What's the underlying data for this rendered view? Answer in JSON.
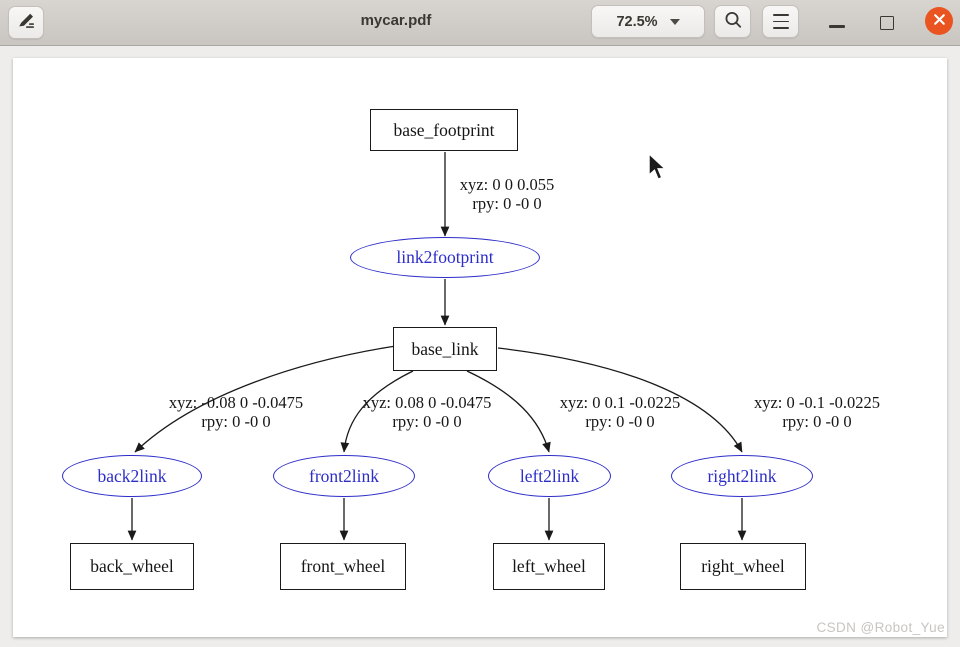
{
  "window": {
    "title": "mycar.pdf",
    "zoom_level": "72.5%",
    "icons": {
      "annotate": "pencil-icon",
      "search": "magnifier-icon",
      "menu": "hamburger-icon",
      "zoom_caret": "chevron-down-icon",
      "minimize": "minimize-dash-icon",
      "maximize": "maximize-square-icon",
      "close": "close-x-icon"
    }
  },
  "doc": {
    "watermark": "CSDN @Robot_Yue"
  },
  "graph": {
    "link_nodes": [
      {
        "label": "base_footprint"
      },
      {
        "label": "base_link"
      },
      {
        "label": "back_wheel"
      },
      {
        "label": "front_wheel"
      },
      {
        "label": "left_wheel"
      },
      {
        "label": "right_wheel"
      }
    ],
    "joint_nodes": [
      {
        "label": "link2footprint"
      },
      {
        "label": "back2link"
      },
      {
        "label": "front2link"
      },
      {
        "label": "left2link"
      },
      {
        "label": "right2link"
      }
    ],
    "edge_labels": [
      {
        "xyz": "xyz: 0 0 0.055",
        "rpy": "rpy: 0 -0 0"
      },
      {
        "xyz": "xyz: -0.08 0 -0.0475",
        "rpy": "rpy: 0 -0 0"
      },
      {
        "xyz": "xyz: 0.08 0 -0.0475",
        "rpy": "rpy: 0 -0 0"
      },
      {
        "xyz": "xyz: 0 0.1 -0.0225",
        "rpy": "rpy: 0 -0 0"
      },
      {
        "xyz": "xyz: 0 -0.1 -0.0225",
        "rpy": "rpy: 0 -0 0"
      }
    ]
  },
  "colors": {
    "joint_blue": "#2d2dc9",
    "edge_black": "#1a1a1a",
    "close_orange": "#e95420"
  }
}
